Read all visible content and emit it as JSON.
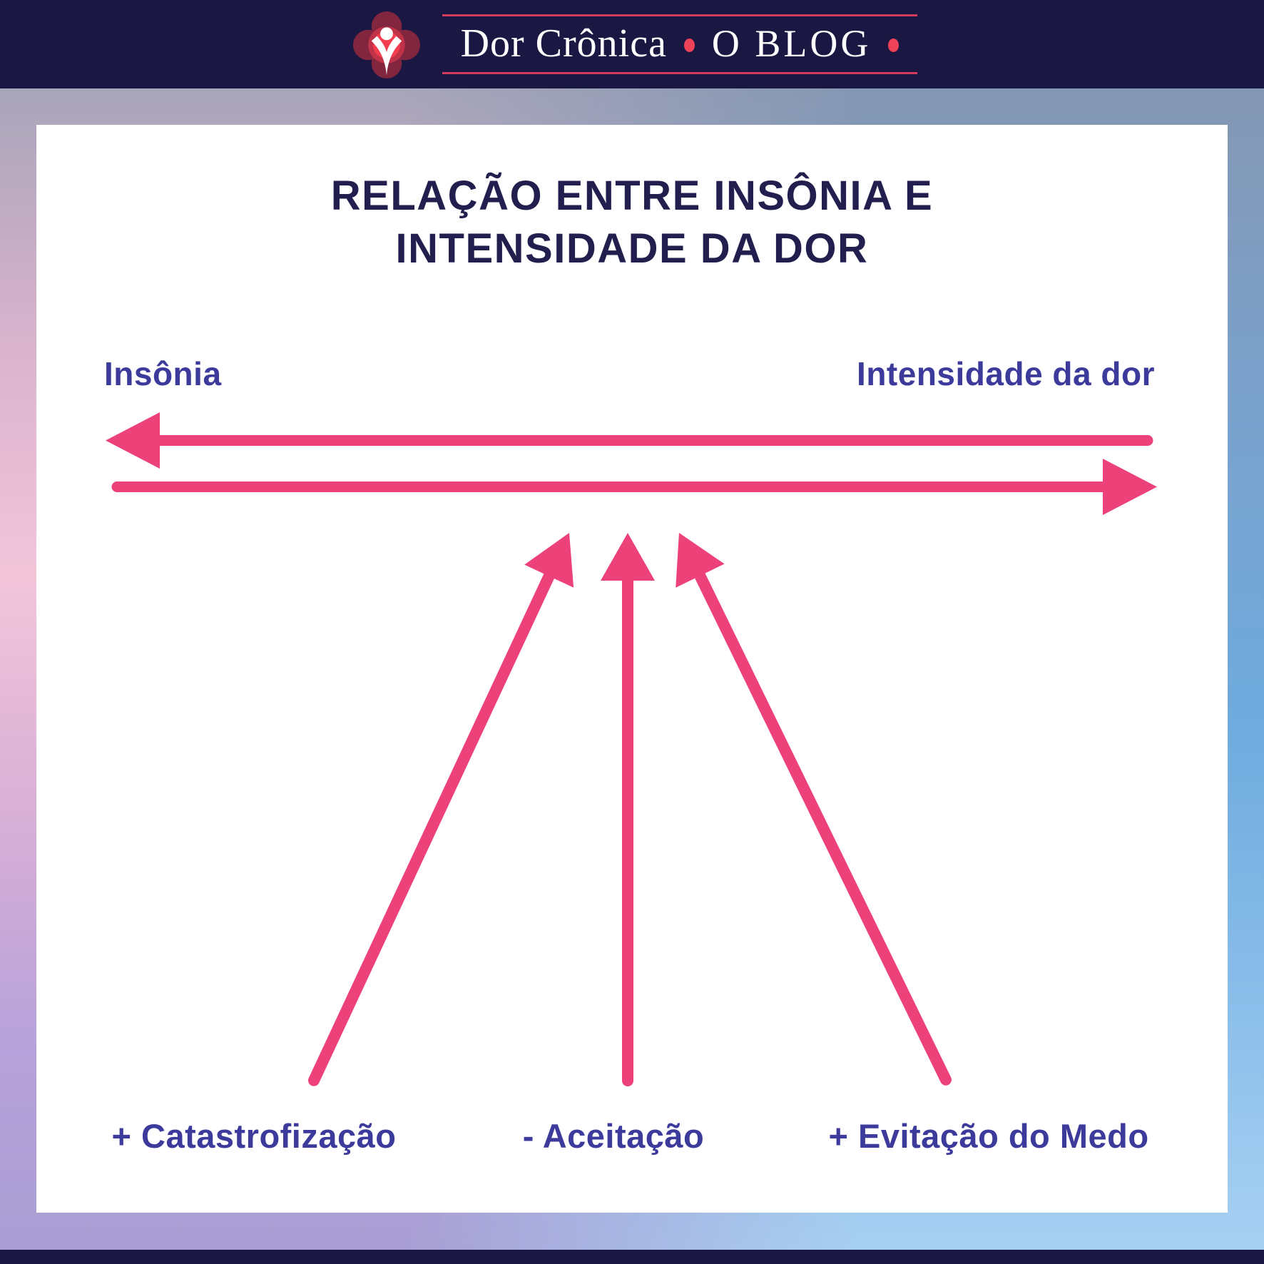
{
  "header": {
    "logo_icon": "flower-person-icon",
    "brand": "Dor Crônica",
    "separator_dot": "•",
    "blog": "O BLOG",
    "trailing_dot": "•"
  },
  "diagram": {
    "title_line1": "RELAÇÃO ENTRE INSÔNIA E",
    "title_line2": "INTENSIDADE DA DOR",
    "left_axis_label": "Insônia",
    "right_axis_label": "Intensidade da dor",
    "relation_arrows": [
      "left-pointing",
      "right-pointing"
    ],
    "factors": [
      {
        "label": "+ Catastrofização"
      },
      {
        "label": "- Aceitação"
      },
      {
        "label": "+ Evitação do Medo"
      }
    ]
  },
  "colors": {
    "header_bg": "#1b1743",
    "footer_bg": "#1b1743",
    "accent_pink": "#ec4179",
    "title_navy": "#221f4e",
    "label_indigo": "#3c3b9b",
    "brand_line_red": "#d43b5e",
    "brand_dot_red": "#ee4258",
    "logo_petal_maroon": "#8e2840",
    "logo_center_red": "#f23d4f",
    "card_bg": "#ffffff"
  }
}
